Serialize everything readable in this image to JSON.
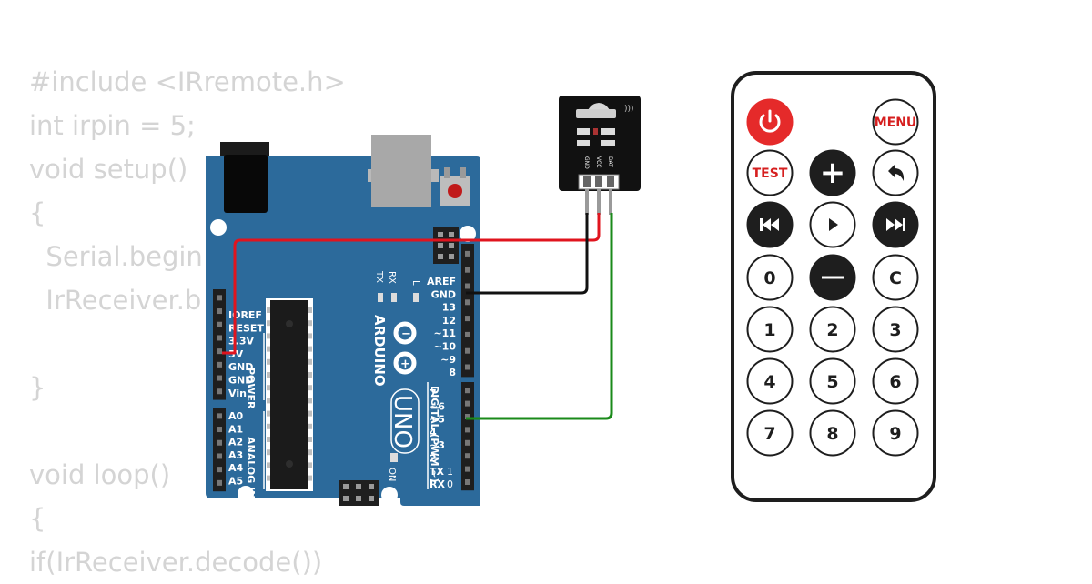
{
  "code": {
    "lines": [
      "#include <IRremote.h>",
      "int irpin = 5;",
      "void setup()",
      "{",
      "  Serial.begin",
      "  IrReceiver.b",
      "",
      "}",
      "",
      "void loop()",
      "{",
      "if(IrReceiver.decode())"
    ]
  },
  "arduino": {
    "brand": "ARDUINO",
    "model": "UNO",
    "power_header": [
      "IOREF",
      "RESET",
      "3.3V",
      "5V",
      "GND",
      "GND",
      "Vin"
    ],
    "power_label": "POWER",
    "analog_header": [
      "A0",
      "A1",
      "A2",
      "A3",
      "A4",
      "A5"
    ],
    "analog_label": "ANALOG IN",
    "digital_top": [
      "AREF",
      "GND",
      "13",
      "12",
      "~11",
      "~10",
      "~9",
      "8"
    ],
    "digital_bottom": [
      "7",
      "~6",
      "~5",
      "4",
      "~3",
      "2",
      "TX",
      "RX"
    ],
    "digital_bottom_nums": [
      "",
      "",
      "",
      "",
      "",
      "",
      "1",
      "0"
    ],
    "digital_label": "DIGITAL (PWM ~)",
    "led_tx": "TX",
    "led_rx": "RX",
    "led_l": "L",
    "led_on": "ON"
  },
  "ir_module": {
    "pins": [
      "GND",
      "VCC",
      "DAT"
    ]
  },
  "remote": {
    "buttons": [
      {
        "id": "power",
        "label": "",
        "style": "red"
      },
      {
        "id": "menu",
        "label": "MENU",
        "style": "outline-red"
      },
      {
        "id": "test",
        "label": "TEST",
        "style": "outline-red"
      },
      {
        "id": "plus",
        "label": "+",
        "style": "dark"
      },
      {
        "id": "back",
        "label": "",
        "style": "outline"
      },
      {
        "id": "prev",
        "label": "",
        "style": "dark"
      },
      {
        "id": "play",
        "label": "",
        "style": "outline"
      },
      {
        "id": "next",
        "label": "",
        "style": "dark"
      },
      {
        "id": "zero",
        "label": "0",
        "style": "outline"
      },
      {
        "id": "minus",
        "label": "",
        "style": "dark"
      },
      {
        "id": "clear",
        "label": "C",
        "style": "outline"
      },
      {
        "id": "one",
        "label": "1",
        "style": "outline"
      },
      {
        "id": "two",
        "label": "2",
        "style": "outline"
      },
      {
        "id": "three",
        "label": "3",
        "style": "outline"
      },
      {
        "id": "four",
        "label": "4",
        "style": "outline"
      },
      {
        "id": "five",
        "label": "5",
        "style": "outline"
      },
      {
        "id": "six",
        "label": "6",
        "style": "outline"
      },
      {
        "id": "seven",
        "label": "7",
        "style": "outline"
      },
      {
        "id": "eight",
        "label": "8",
        "style": "outline"
      },
      {
        "id": "nine",
        "label": "9",
        "style": "outline"
      }
    ]
  },
  "colors": {
    "board": "#2c6a9b",
    "wire_red": "#e0141e",
    "wire_black": "#111111",
    "wire_green": "#1a8a1a",
    "power_btn": "#e52a2a",
    "dark_btn": "#1e1e1e"
  }
}
